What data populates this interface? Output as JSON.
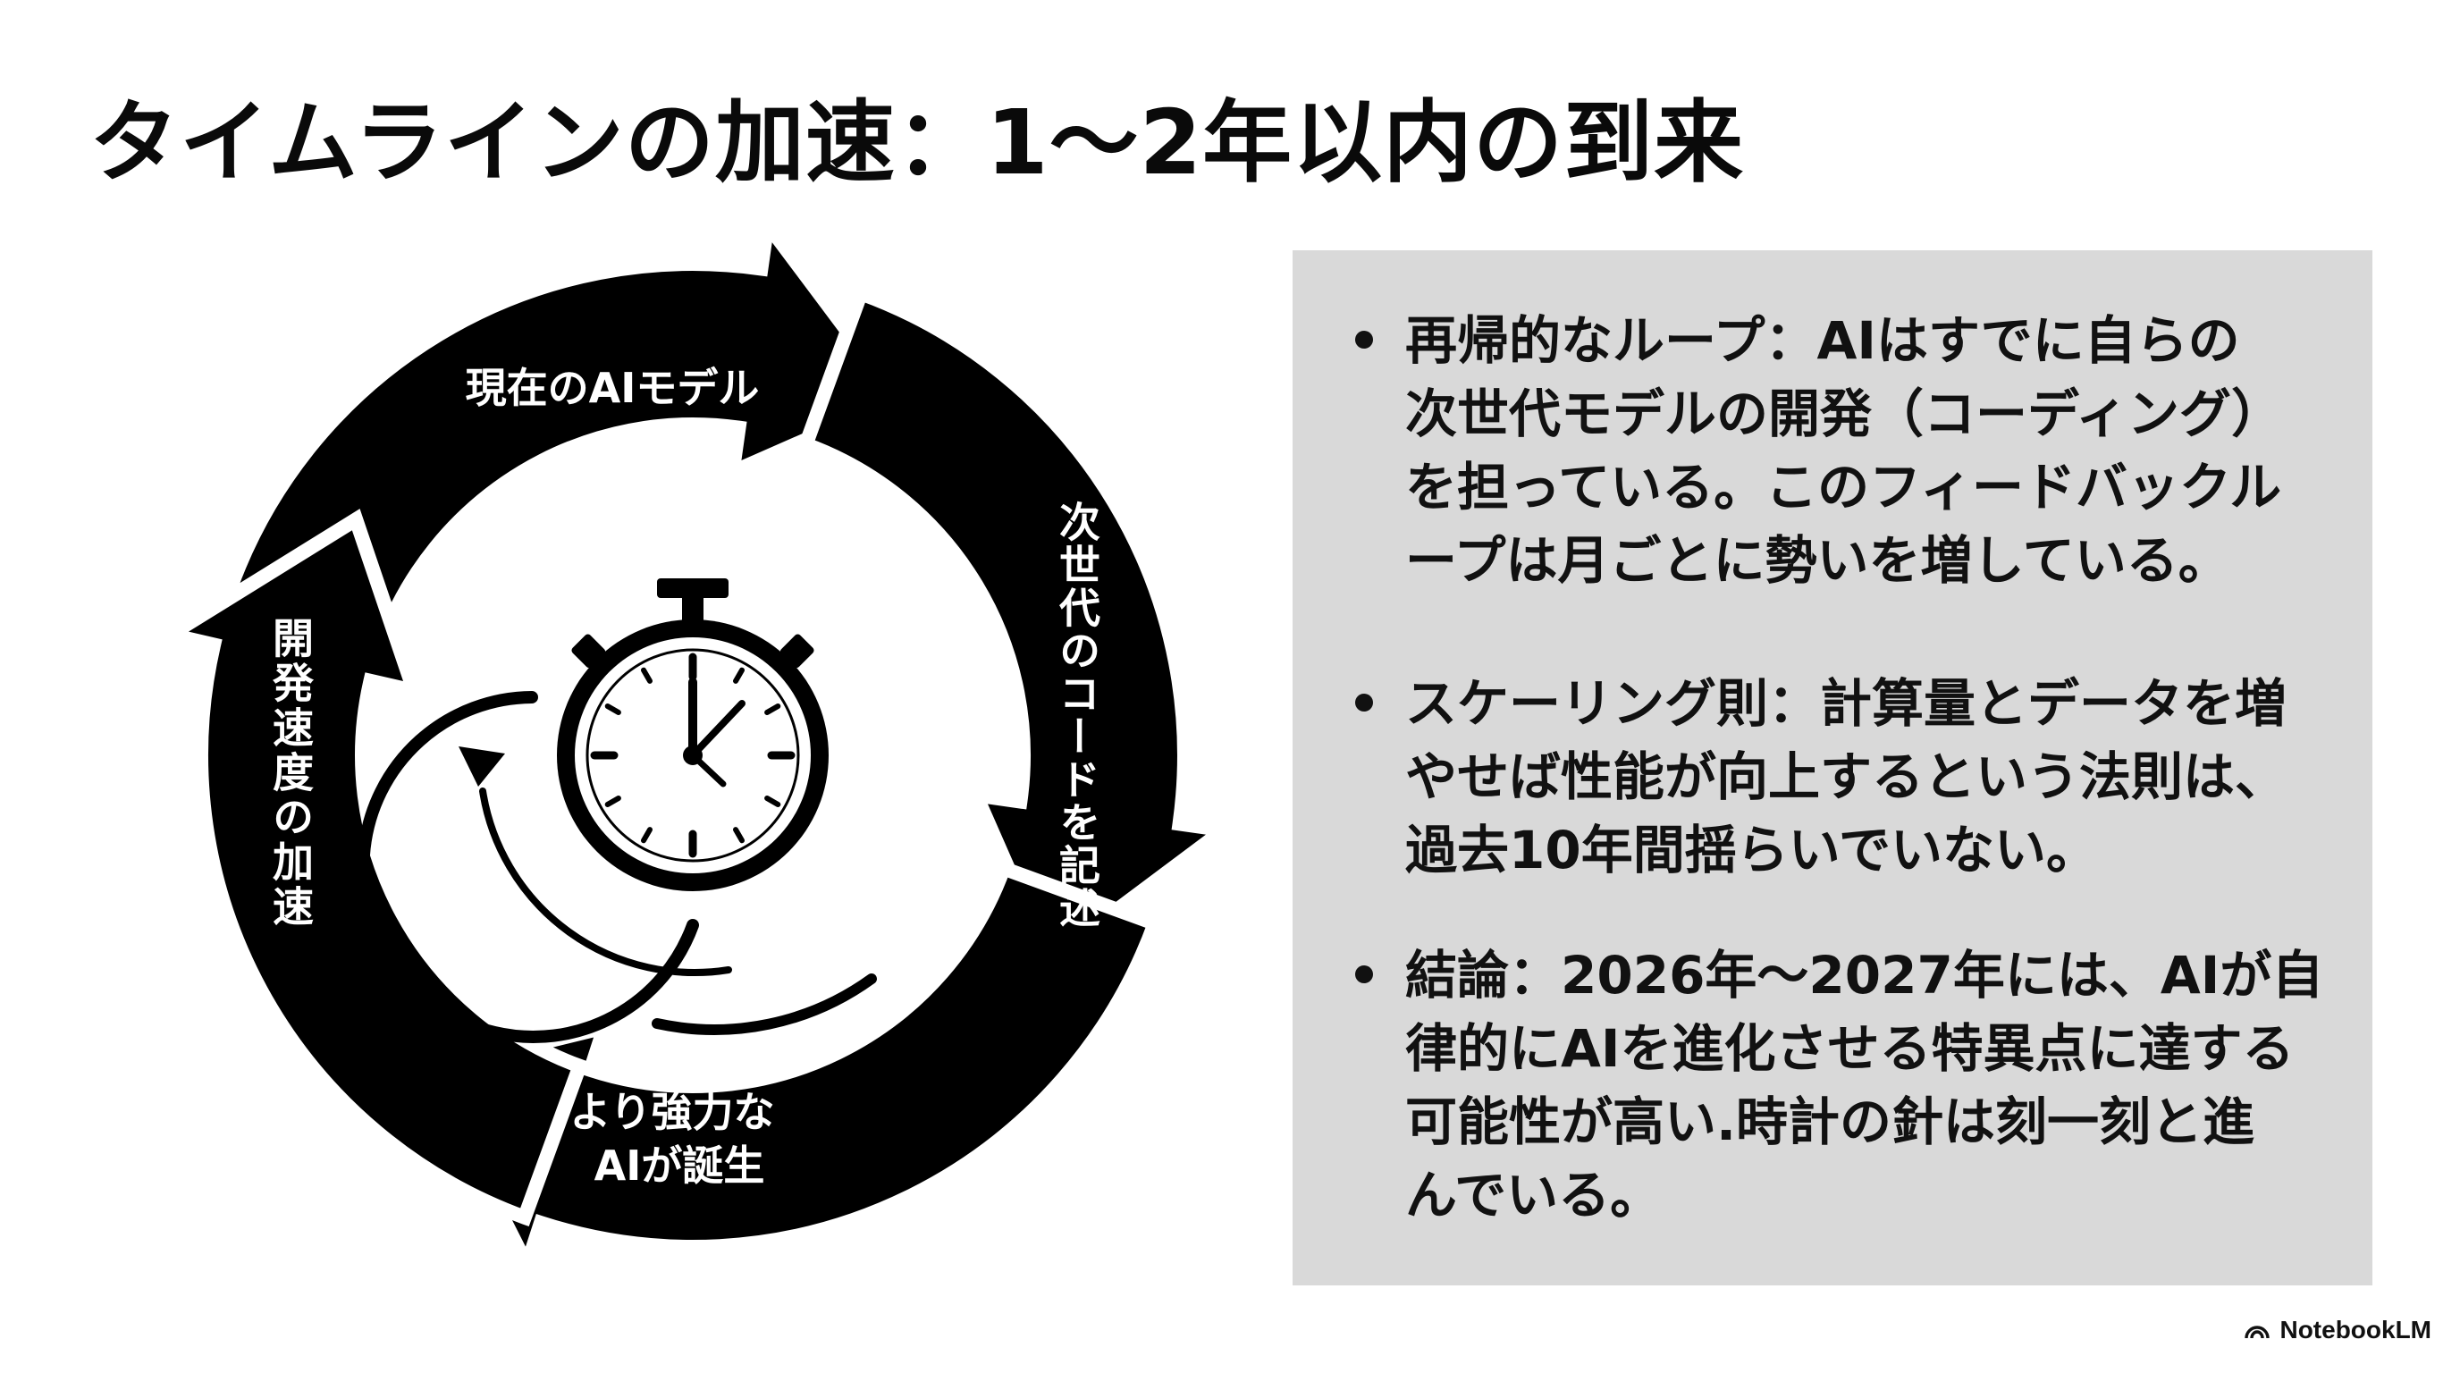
{
  "slide": {
    "title": "タイムラインの加速：1〜2年以内の到来"
  },
  "cycle_diagram": {
    "steps": [
      {
        "label": "現在のAIモデル"
      },
      {
        "label": "次世代のコードを記述"
      },
      {
        "label_lines": [
          "より強力な",
          "AIが誕生"
        ]
      },
      {
        "label": "開発速度の加速"
      }
    ],
    "center_icon": "stopwatch-icon"
  },
  "panel": {
    "bullets": [
      {
        "lines": [
          "再帰的なループ：AIはすでに自らの",
          "次世代モデルの開発（コーディング）",
          "を担っている。このフィードバックル",
          "ープは月ごとに勢いを増している。"
        ]
      },
      {
        "lines": [
          "スケーリング則：計算量とデータを増",
          "やせば性能が向上するという法則は、",
          "過去10年間揺らいでいない。"
        ]
      },
      {
        "lines": [
          "結論：2026年〜2027年には、AIが自",
          "律的にAIを進化させる特異点に達する",
          "可能性が高い.時計の針は刻一刻と進",
          "んでいる。"
        ]
      }
    ]
  },
  "footer": {
    "brand": "NotebookLM",
    "brand_icon": "notebooklm-logo-icon"
  }
}
